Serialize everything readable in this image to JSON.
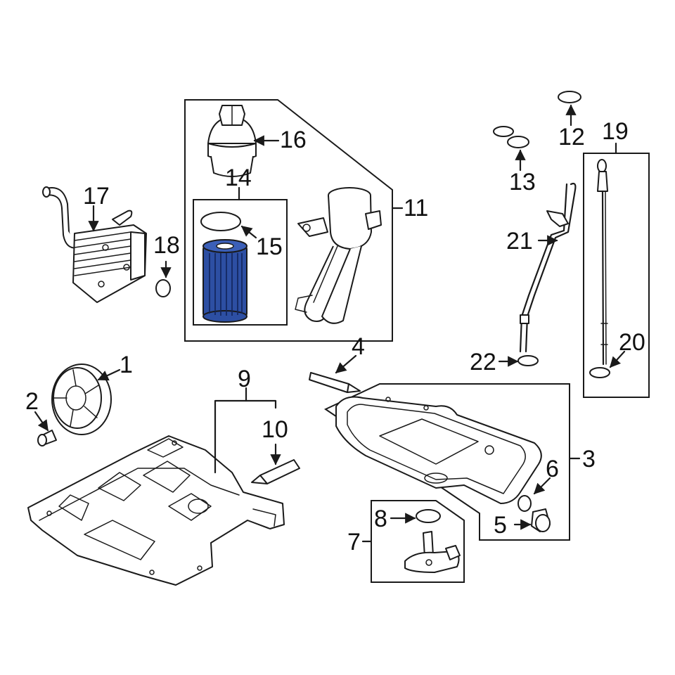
{
  "highlight_color": "#2d4fa3",
  "labels": {
    "n1": "1",
    "n2": "2",
    "n3": "3",
    "n4": "4",
    "n5": "5",
    "n6": "6",
    "n7": "7",
    "n8": "8",
    "n9": "9",
    "n10": "10",
    "n11": "11",
    "n12": "12",
    "n13": "13",
    "n14": "14",
    "n15": "15",
    "n16": "16",
    "n17": "17",
    "n18": "18",
    "n19": "19",
    "n20": "20",
    "n21": "21",
    "n22": "22"
  }
}
